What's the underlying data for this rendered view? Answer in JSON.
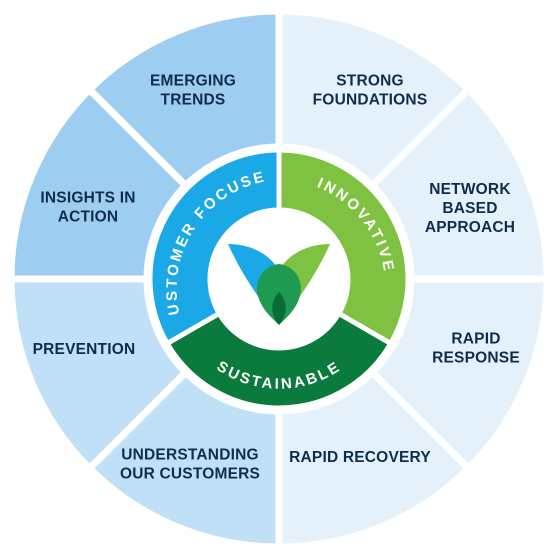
{
  "diagram": {
    "outer_segments": [
      {
        "id": "strong-foundations",
        "lines": [
          "STRONG",
          "FOUNDATIONS"
        ],
        "color": "#e4f1fb"
      },
      {
        "id": "network-based-approach",
        "lines": [
          "NETWORK",
          "BASED",
          "APPROACH"
        ],
        "color": "#e4f1fb"
      },
      {
        "id": "rapid-response",
        "lines": [
          "RAPID",
          "RESPONSE"
        ],
        "color": "#e4f1fb"
      },
      {
        "id": "rapid-recovery",
        "lines": [
          "RAPID RECOVERY"
        ],
        "color": "#e4f1fb"
      },
      {
        "id": "understanding-our-customers",
        "lines": [
          "UNDERSTANDING",
          "OUR CUSTOMERS"
        ],
        "color": "#bfe0f6"
      },
      {
        "id": "prevention",
        "lines": [
          "PREVENTION"
        ],
        "color": "#bfe0f6"
      },
      {
        "id": "insights-in-action",
        "lines": [
          "INSIGHTS IN",
          "ACTION"
        ],
        "color": "#9dcdf0"
      },
      {
        "id": "emerging-trends",
        "lines": [
          "EMERGING",
          "TRENDS"
        ],
        "color": "#9dcdf0"
      }
    ],
    "inner_ring": [
      {
        "id": "customer-focused",
        "label": "CUSTOMER FOCUSED",
        "color": "#1aa9e6"
      },
      {
        "id": "innovative",
        "label": "INNOVATIVE",
        "color": "#7fc242"
      },
      {
        "id": "sustainable",
        "label": "SUSTAINABLE",
        "color": "#0b7a3d"
      }
    ],
    "center_logo": "leaf-v-logo",
    "colors": {
      "label_text": "#0f2c4c",
      "ring_text": "#ffffff",
      "separator": "#ffffff"
    }
  }
}
